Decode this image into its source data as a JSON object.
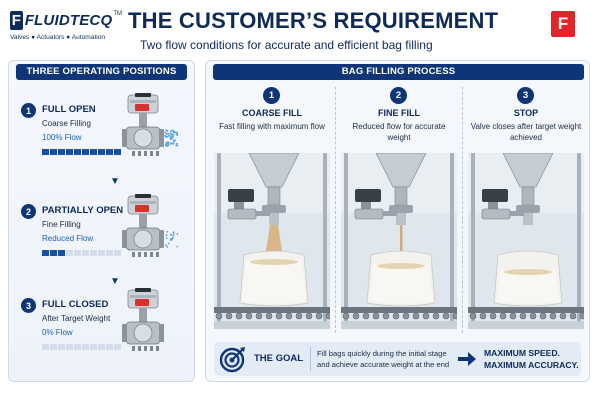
{
  "header": {
    "logo_letter": "F",
    "logo_name": "FLUIDTECQ",
    "logo_tm": "TM",
    "logo_tagline": "Valves  ● Actuators  ● Automation",
    "title": "THE CUSTOMER’S REQUIREMENT",
    "subtitle": "Two flow conditions for accurate and efficient bag filling",
    "badge_letter": "F"
  },
  "left": {
    "heading": "THREE OPERATING POSITIONS",
    "positions": [
      {
        "num": "1",
        "title": "FULL OPEN",
        "line2": "Coarse Filling",
        "line3": "100% Flow",
        "level": 1.0
      },
      {
        "num": "2",
        "title": "PARTIALLY OPEN",
        "line2": "Fine Filling",
        "line3": "Reduced Flow",
        "level": 0.3
      },
      {
        "num": "3",
        "title": "FULL CLOSED",
        "line2": "After Target Weight",
        "line3": "0% Flow",
        "level": 0.0
      }
    ]
  },
  "right": {
    "heading": "BAG FILLING PROCESS",
    "steps": [
      {
        "num": "1",
        "title": "COARSE FILL",
        "desc": "Fast filling with maximum flow"
      },
      {
        "num": "2",
        "title": "FINE FILL",
        "desc": "Reduced flow for accurate weight"
      },
      {
        "num": "3",
        "title": "STOP",
        "desc": "Valve closes after target weight achieved"
      }
    ],
    "goal": {
      "label": "THE GOAL",
      "text": "Fill bags quickly during the initial stage and achieve accurate weight at the end",
      "result_line1": "MAXIMUM SPEED.",
      "result_line2": "MAXIMUM ACCURACY."
    }
  },
  "colors": {
    "navy": "#0d2a5c",
    "header_bar": "#0d3577",
    "accent_blue": "#1a5fc4",
    "brand_red": "#e52329",
    "flow_blue": "#4aa3ea"
  },
  "icons": [
    "down-arrow-icon",
    "target-icon",
    "right-arrow-icon"
  ]
}
